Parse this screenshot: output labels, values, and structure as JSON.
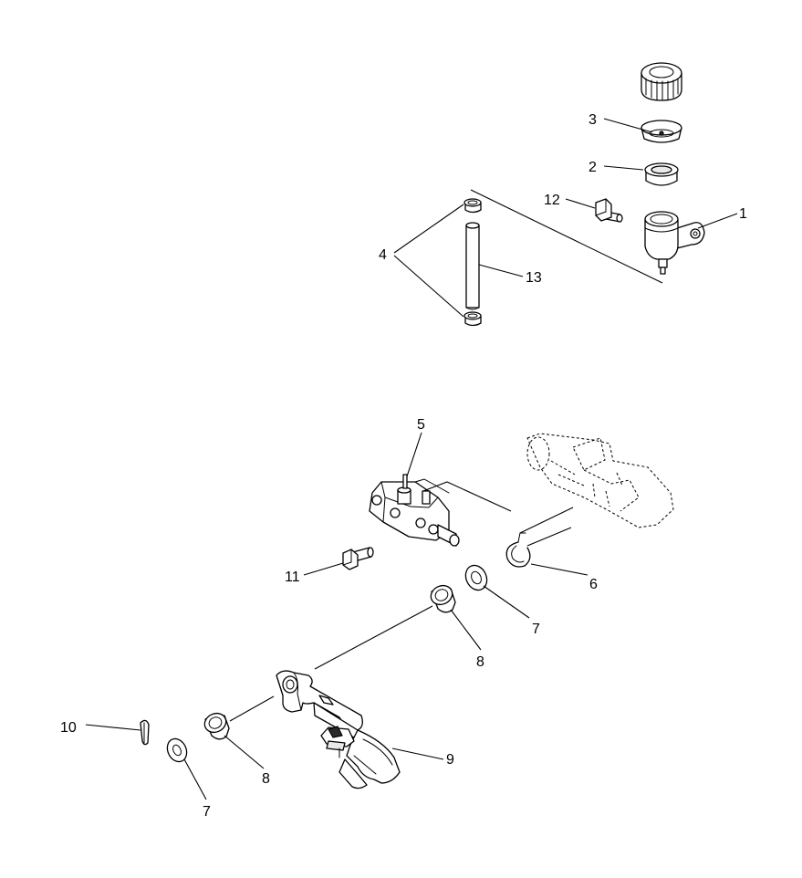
{
  "callouts": {
    "c1": "1",
    "c2": "2",
    "c3": "3",
    "c4": "4",
    "c5": "5",
    "c6": "6",
    "c7a": "7",
    "c7b": "7",
    "c8a": "8",
    "c8b": "8",
    "c9": "9",
    "c10": "10",
    "c11": "11",
    "c12": "12",
    "c13": "13"
  }
}
